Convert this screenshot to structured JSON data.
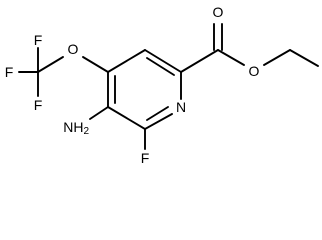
{
  "structure": {
    "atoms": {
      "n": "N",
      "amino": "NH",
      "amino_h_count": "2",
      "fluoro": "F",
      "ether_o": "O",
      "cf3_f1": "F",
      "cf3_f2": "F",
      "cf3_f3": "F",
      "carbonyl_o": "O",
      "ester_o": "O"
    }
  }
}
